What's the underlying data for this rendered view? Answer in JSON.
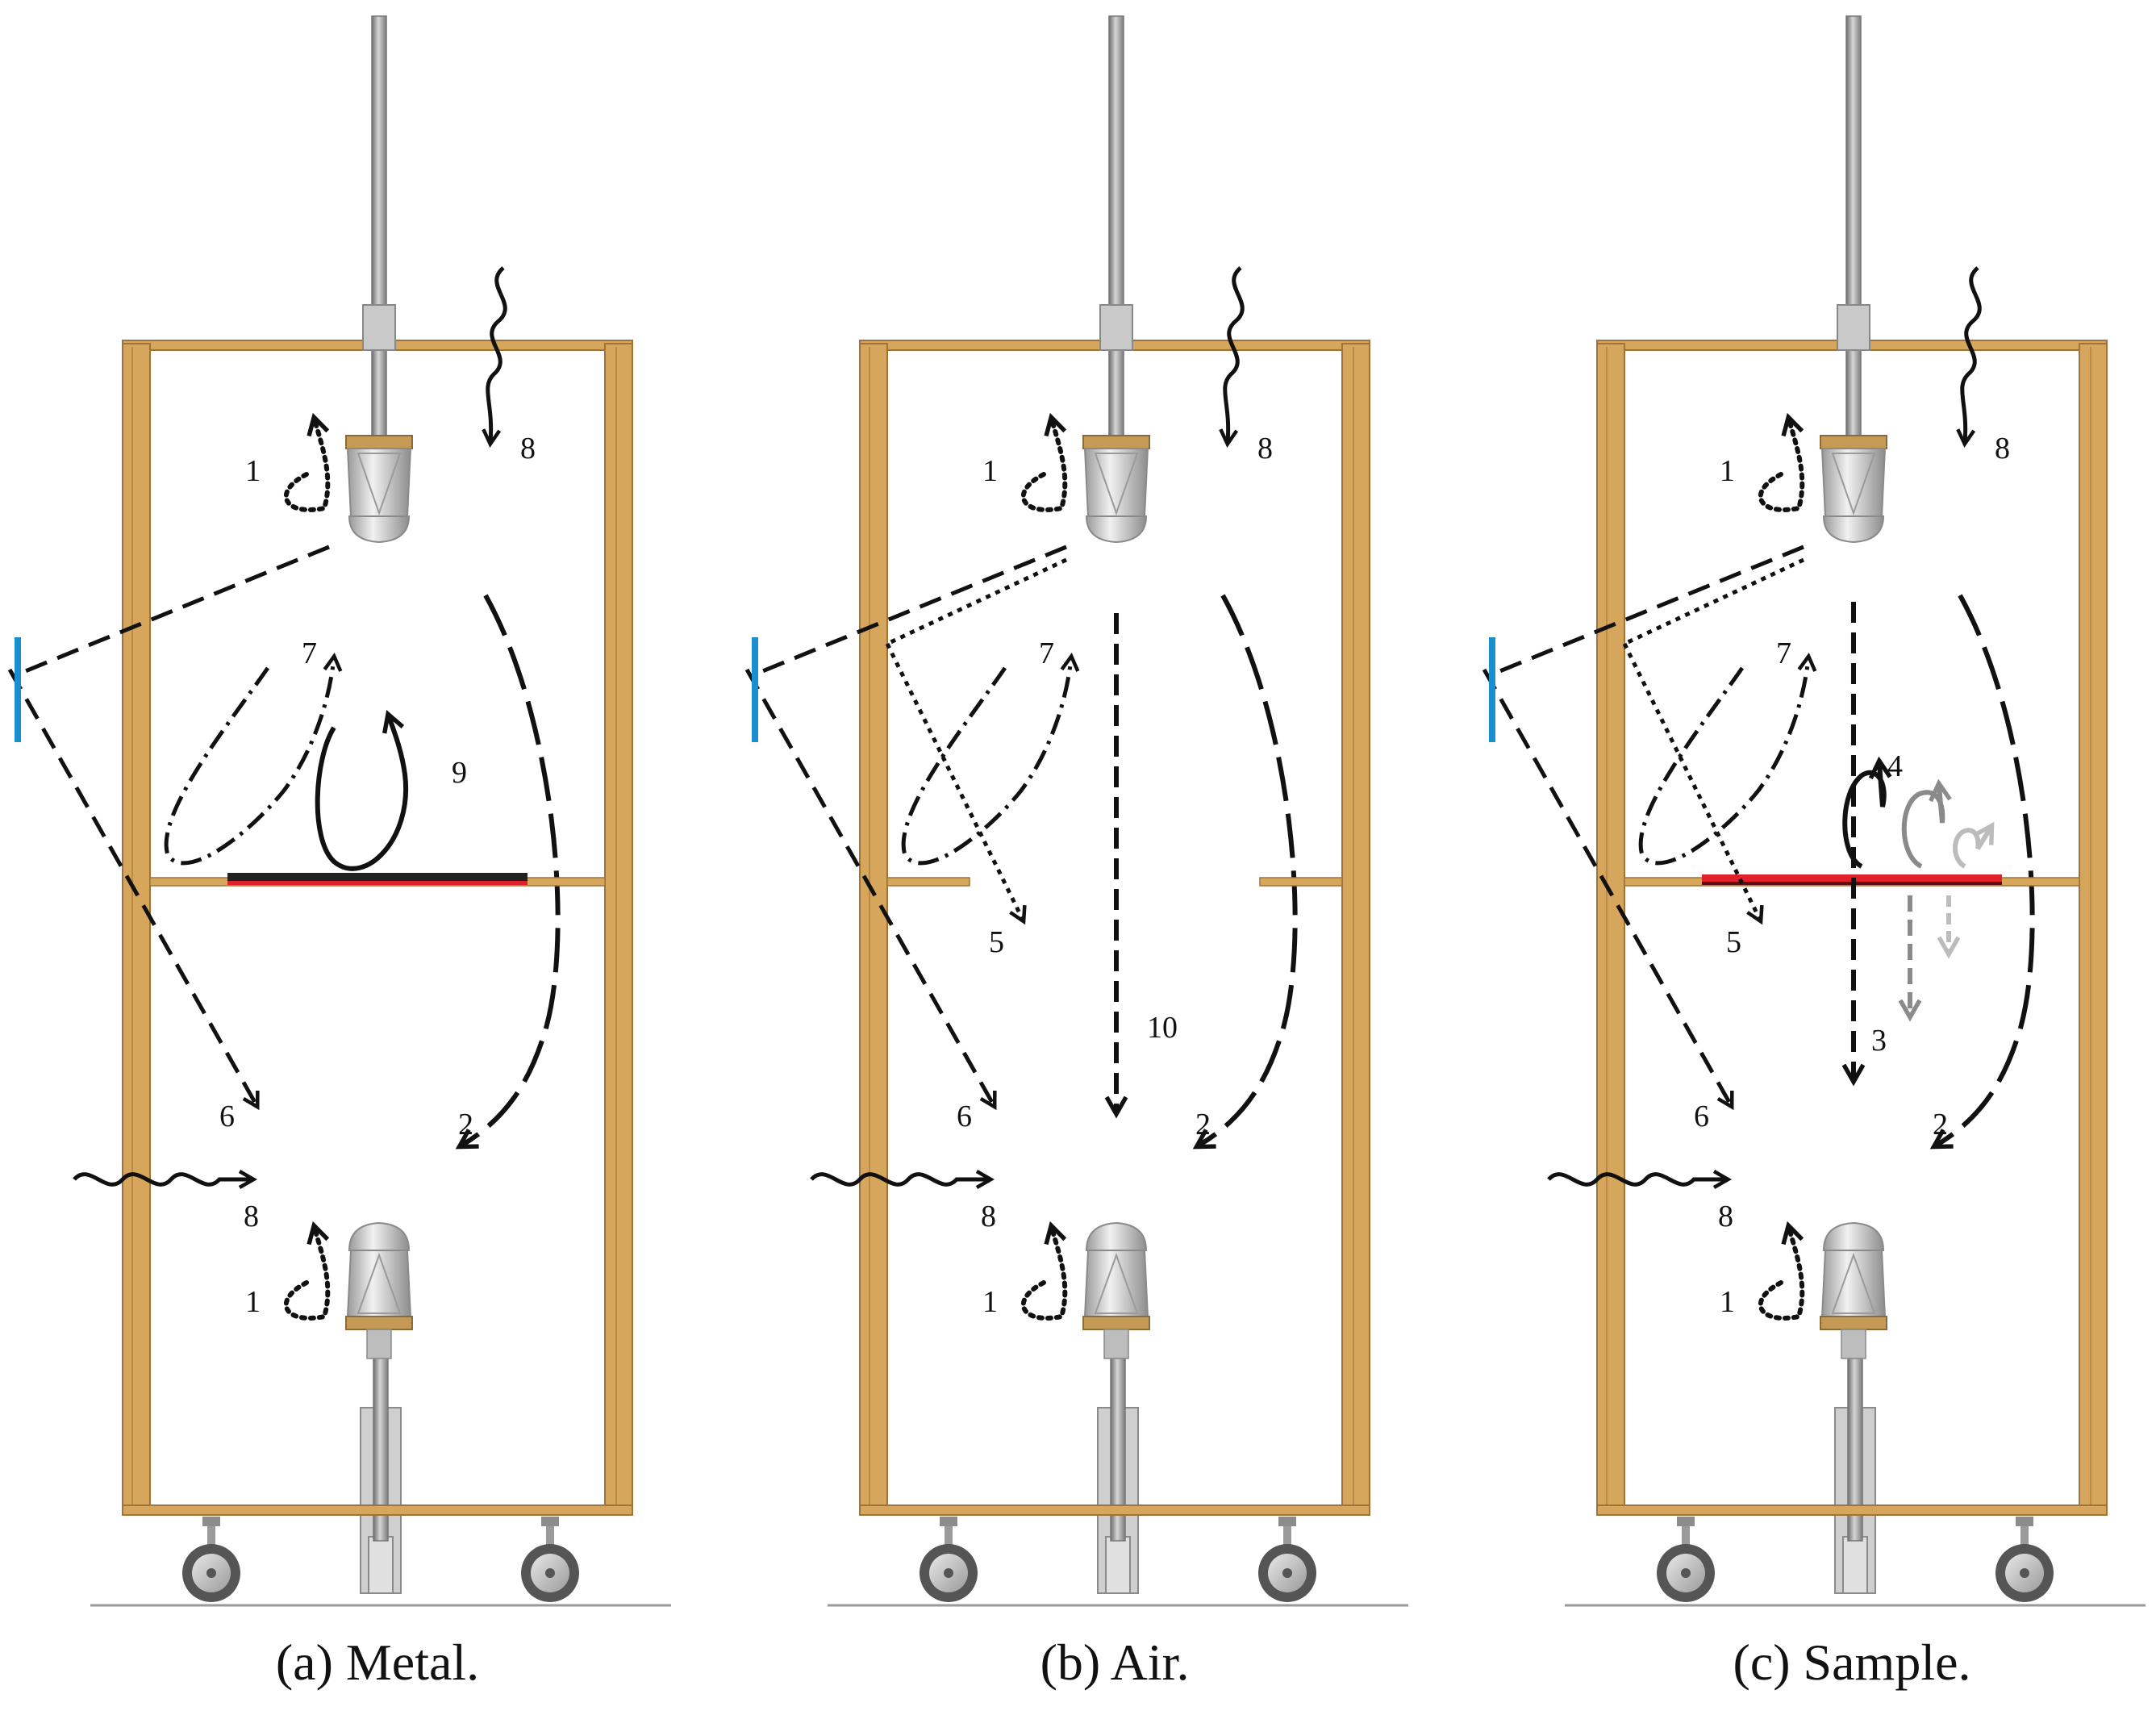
{
  "panels": [
    {
      "id": "a",
      "caption": "(a) Metal.",
      "divider": "metal",
      "labels": {
        "l1_top": "1",
        "l1_bottom": "1",
        "l8_top": "8",
        "l8_side": "8",
        "l7": "7",
        "l9": "9",
        "l6": "6",
        "l2": "2"
      }
    },
    {
      "id": "b",
      "caption": "(b) Air.",
      "divider": "air",
      "labels": {
        "l1_top": "1",
        "l1_bottom": "1",
        "l8_top": "8",
        "l8_side": "8",
        "l7": "7",
        "l5": "5",
        "l10": "10",
        "l6": "6",
        "l2": "2"
      }
    },
    {
      "id": "c",
      "caption": "(c) Sample.",
      "divider": "sample",
      "labels": {
        "l1_top": "1",
        "l1_bottom": "1",
        "l8_top": "8",
        "l8_side": "8",
        "l7": "7",
        "l4": "4",
        "l5": "5",
        "l3": "3",
        "l6": "6",
        "l2": "2"
      }
    }
  ],
  "colors": {
    "wood": "#d6a65c",
    "wood_edge": "#a07438",
    "metal_plate": "#222222",
    "sample_plate": "#e0202a",
    "mirror": "#1a8fd0",
    "arrow": "#111111",
    "arrow_gray": "#8a8a8a",
    "arrow_lightgray": "#bcbcbc"
  }
}
